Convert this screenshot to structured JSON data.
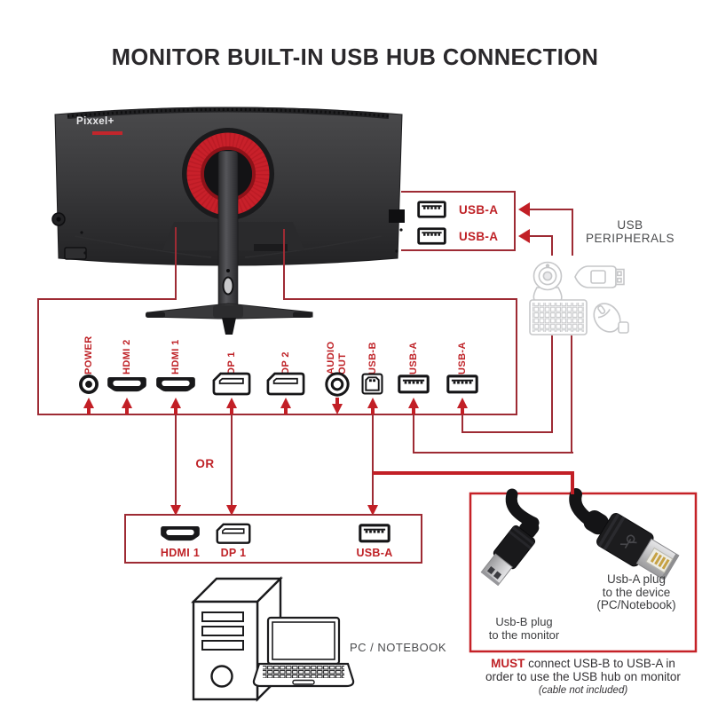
{
  "title": "MONITOR BUILT-IN USB HUB CONNECTION",
  "monitor": {
    "brand": "Pixxel+"
  },
  "hub_box": {
    "ports": [
      {
        "label": "USB-A",
        "type": "usb-a"
      },
      {
        "label": "USB-A",
        "type": "usb-a"
      }
    ]
  },
  "peripherals": {
    "title": "USB\nPERIPHERALS",
    "icons": [
      "webcam-icon",
      "usb-flash-drive-icon",
      "keyboard-icon",
      "mouse-icon",
      "usb-receiver-icon"
    ]
  },
  "rear_panel": {
    "ports": [
      {
        "label": "POWER",
        "type": "power",
        "arrow": "up"
      },
      {
        "label": "HDMI 2",
        "type": "hdmi",
        "arrow": "up"
      },
      {
        "label": "HDMI 1",
        "type": "hdmi",
        "arrow": "up"
      },
      {
        "label": "DP 1",
        "type": "dp",
        "arrow": "up"
      },
      {
        "label": "DP 2",
        "type": "dp",
        "arrow": "up"
      },
      {
        "label": "AUDIO\nOUT",
        "type": "audio",
        "arrow": "down"
      },
      {
        "label": "USB-B",
        "type": "usb-b",
        "arrow": "up"
      },
      {
        "label": "USB-A",
        "type": "usb-a",
        "arrow": "up"
      },
      {
        "label": "USB-A",
        "type": "usb-a",
        "arrow": "up"
      }
    ]
  },
  "or_label": "OR",
  "source_box": {
    "ports": [
      {
        "label": "HDMI 1",
        "type": "hdmi"
      },
      {
        "label": "DP 1",
        "type": "dp"
      },
      {
        "label": "USB-A",
        "type": "usb-a"
      }
    ]
  },
  "pc": {
    "label": "PC / NOTEBOOK",
    "icons": [
      "desktop-tower-icon",
      "laptop-icon"
    ]
  },
  "cable_figure": {
    "usb_b_caption": "Usb-B plug\nto the monitor",
    "usb_a_caption": "Usb-A plug\nto the device\n(PC/Notebook)"
  },
  "footnote": {
    "emphasis": "MUST",
    "line1": " connect USB-B to USB-A in",
    "line2": "order to use the USB hub on monitor",
    "line3": "(cable not included)"
  },
  "colors": {
    "accent_red": "#c21f26",
    "line_maroon": "#9e2b34",
    "label_red": "#bf2227",
    "title_dark": "#2a282b",
    "text_gray": "#4a4b4d",
    "monitor_body": "#39393b",
    "stand_ring_red": "#c8202a"
  }
}
